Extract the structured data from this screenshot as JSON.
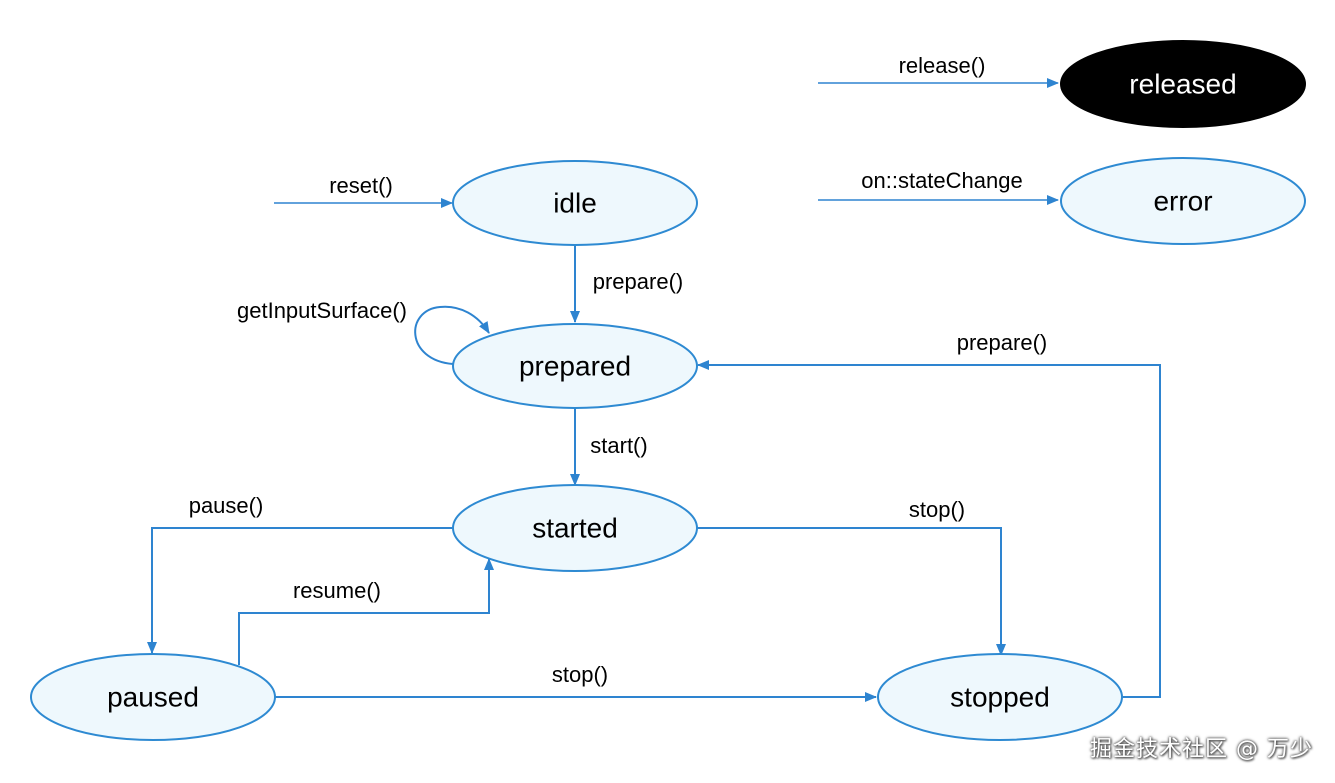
{
  "colors": {
    "state_fill": "#eef8fd",
    "state_stroke": "#2e8ad2",
    "edge": "#2e84d0",
    "released_fill": "#000000",
    "released_text": "#ffffff"
  },
  "states": {
    "released": "released",
    "error": "error",
    "idle": "idle",
    "prepared": "prepared",
    "started": "started",
    "paused": "paused",
    "stopped": "stopped"
  },
  "transitions": {
    "release": "release()",
    "on_state_change": "on::stateChange",
    "reset": "reset()",
    "prepare_from_idle": "prepare()",
    "get_input_surface": "getInputSurface()",
    "prepare_from_stopped": "prepare()",
    "start": "start()",
    "pause": "pause()",
    "resume": "resume()",
    "stop_from_started": "stop()",
    "stop_from_paused": "stop()"
  },
  "watermark": "掘金技术社区 @ 万少"
}
